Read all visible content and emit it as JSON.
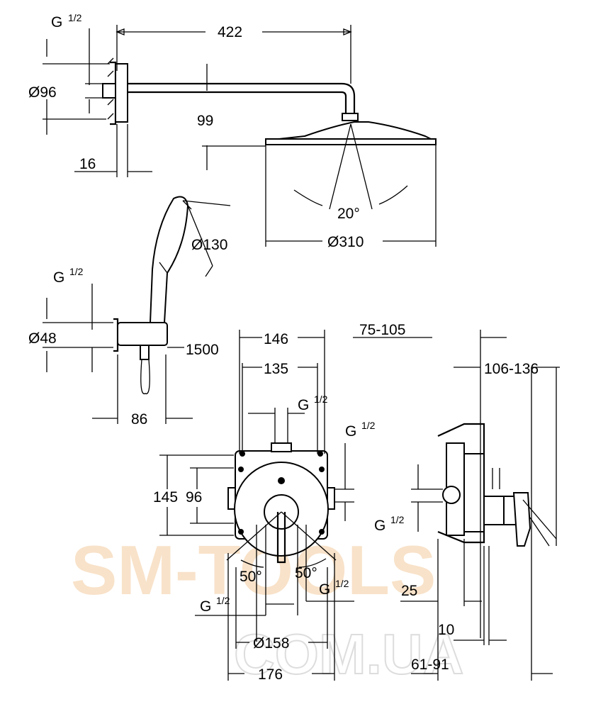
{
  "labels": {
    "top_g": "G",
    "top_g_frac": "1/2",
    "arm_length": "422",
    "wall_flange_dia": "Ø96",
    "head_drop": "99",
    "flange_depth": "16",
    "tilt_angle": "20°",
    "head_dia": "Ø310",
    "hand_dia": "Ø130",
    "hand_g": "G",
    "hand_g_frac": "1/2",
    "outlet_dia": "Ø48",
    "hose_length": "1500",
    "holder_depth": "86",
    "box_width": "146",
    "box_inner_width": "135",
    "install_depth": "75-105",
    "total_depth": "106-136",
    "top_port_g": "G",
    "top_port_g_frac": "1/2",
    "side_port_g": "G",
    "side_port_g_frac": "1/2",
    "box_height": "145",
    "box_inner_height": "96",
    "side_view_g": "G",
    "side_view_g_frac": "1/2",
    "lever_angle_left": "50°",
    "lever_angle_right": "50°",
    "bottom_right_g": "G",
    "bottom_right_g_frac": "1/2",
    "plate_offset": "25",
    "bottom_left_g": "G",
    "bottom_left_g_frac": "1/2",
    "plate_dia": "Ø158",
    "plate_thickness": "10",
    "plate_width": "176",
    "wall_range": "61-91"
  },
  "watermark": {
    "line1": "SM-TOOLS",
    "line2": "COM.UA"
  }
}
